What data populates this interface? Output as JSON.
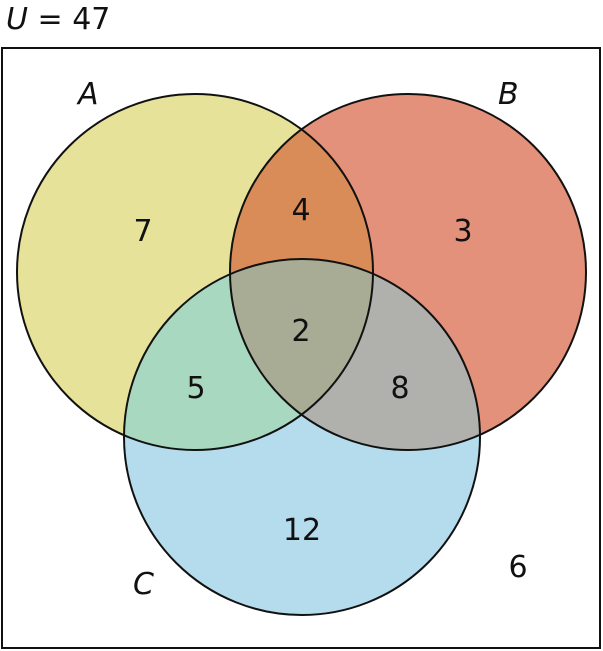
{
  "title": {
    "symbol": "U",
    "equals": " = ",
    "value": "47"
  },
  "sets": {
    "A": {
      "label": "A",
      "color": "#e6e29a"
    },
    "B": {
      "label": "B",
      "color": "#e3917a"
    },
    "C": {
      "label": "C",
      "color": "#b4dcec"
    }
  },
  "regions": {
    "A_only": "7",
    "B_only": "3",
    "C_only": "12",
    "A_B_only": "4",
    "A_C_only": "5",
    "B_C_only": "8",
    "A_B_C": "2",
    "outside": "6"
  },
  "region_colors": {
    "A_B": "#d98c58",
    "A_C": "#a8d8bf",
    "B_C": "#b0b0ac",
    "A_B_C": "#a8ac94"
  }
}
